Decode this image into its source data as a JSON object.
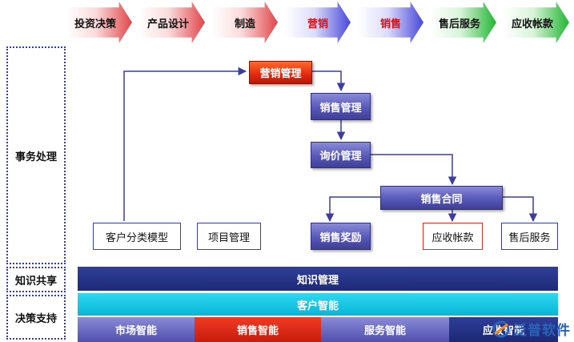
{
  "process": [
    {
      "label": "投资决策",
      "color": "red"
    },
    {
      "label": "产品设计",
      "color": "red"
    },
    {
      "label": "制造",
      "color": "red"
    },
    {
      "label": "营销",
      "color": "blue"
    },
    {
      "label": "销售",
      "color": "blue"
    },
    {
      "label": "售后服务",
      "color": "green"
    },
    {
      "label": "应收帐款",
      "color": "green"
    }
  ],
  "categories": {
    "transaction": "事务处理",
    "knowledge": "知识共享",
    "decision": "决策支持"
  },
  "nodes": {
    "marketing_mgmt": "营销管理",
    "sales_mgmt": "销售管理",
    "inquiry_mgmt": "询价管理",
    "sales_contract": "销售合同",
    "customer_model": "客户分类模型",
    "project_mgmt": "项目管理",
    "sales_reward": "销售奖励",
    "receivables": "应收帐款",
    "after_sales": "售后服务"
  },
  "bands": {
    "knowledge_mgmt": "知识管理",
    "customer_intel": "客户智能",
    "market_intel": "市场智能",
    "sales_intel": "销售智能",
    "service_intel": "服务智能",
    "receivable_intel": "应收智能"
  },
  "watermark": {
    "text": "泛普软件",
    "color": "#2a63b8"
  }
}
